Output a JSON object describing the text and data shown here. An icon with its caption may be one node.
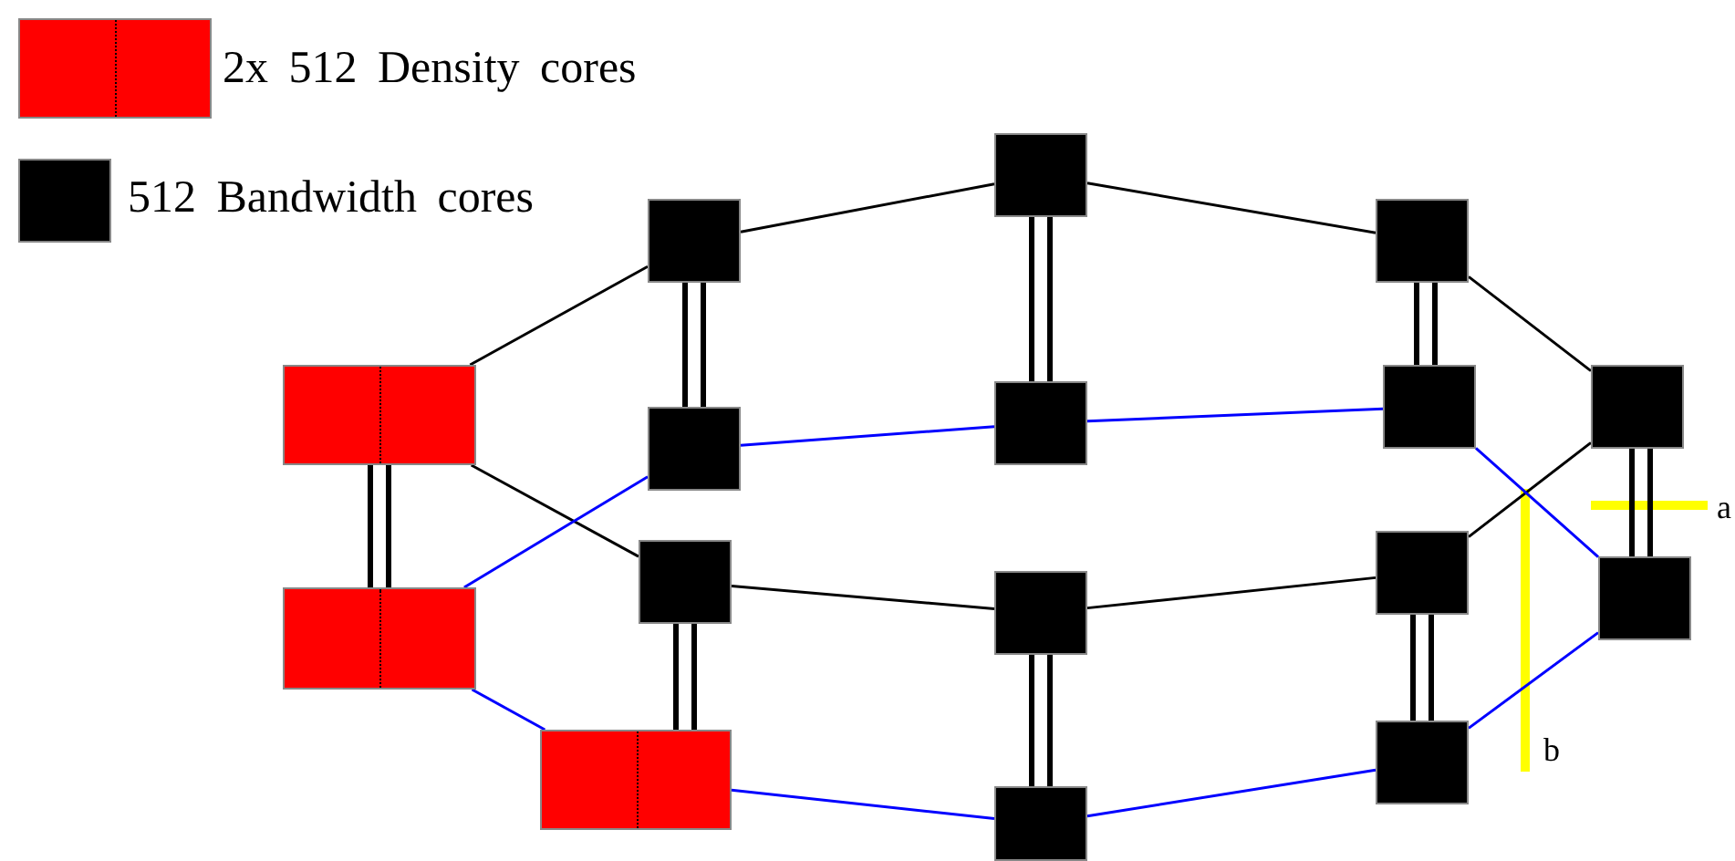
{
  "diagram": {
    "nodes": [
      {
        "text": [],
        "shape": "rectangle"
      },
      {
        "text": [],
        "shape": "rectangle"
      },
      {
        "text": [],
        "shape": "rectangle"
      },
      {
        "text": [],
        "shape": "square"
      },
      {
        "text": [],
        "shape": "square"
      },
      {
        "text": [],
        "shape": "square"
      },
      {
        "text": [],
        "shape": "square"
      },
      {
        "text": [],
        "shape": "square"
      },
      {
        "text": [],
        "shape": "square"
      },
      {
        "text": [],
        "shape": "square"
      },
      {
        "text": [],
        "shape": "square"
      },
      {
        "text": [],
        "shape": "square"
      },
      {
        "text": [],
        "shape": "square"
      },
      {
        "text": [],
        "shape": "square"
      },
      {
        "text": [],
        "shape": "square"
      },
      {
        "text": [],
        "shape": "square"
      }
    ],
    "edges": [
      {
        "from": 0,
        "to": 3,
        "arrow": "none"
      },
      {
        "from": 0,
        "to": 5,
        "arrow": "none"
      },
      {
        "from": 3,
        "to": 6,
        "arrow": "none"
      },
      {
        "from": 6,
        "to": 10,
        "arrow": "none"
      },
      {
        "from": 10,
        "to": 14,
        "arrow": "none"
      },
      {
        "from": 5,
        "to": 8,
        "arrow": "none"
      },
      {
        "from": 8,
        "to": 12,
        "arrow": "none"
      },
      {
        "from": 12,
        "to": 14,
        "arrow": "none"
      },
      {
        "from": 0,
        "to": 1,
        "arrow": "none",
        "style": "thick"
      },
      {
        "from": 3,
        "to": 4,
        "arrow": "none",
        "style": "thick"
      },
      {
        "from": 5,
        "to": 2,
        "arrow": "none",
        "style": "thick"
      },
      {
        "from": 6,
        "to": 7,
        "arrow": "none",
        "style": "thick"
      },
      {
        "from": 8,
        "to": 9,
        "arrow": "none",
        "style": "thick"
      },
      {
        "from": 10,
        "to": 11,
        "arrow": "none",
        "style": "thick"
      },
      {
        "from": 12,
        "to": 13,
        "arrow": "none",
        "style": "thick"
      },
      {
        "from": 14,
        "to": 15,
        "arrow": "none",
        "style": "thick"
      },
      {
        "from": 1,
        "to": 4,
        "arrow": "none",
        "color": "#0000ff"
      },
      {
        "from": 1,
        "to": 2,
        "arrow": "none",
        "color": "#0000ff"
      },
      {
        "from": 4,
        "to": 7,
        "arrow": "none",
        "color": "#0000ff"
      },
      {
        "from": 7,
        "to": 11,
        "arrow": "none",
        "color": "#0000ff"
      },
      {
        "from": 11,
        "to": 15,
        "arrow": "none",
        "color": "#0000ff"
      },
      {
        "from": 2,
        "to": 9,
        "arrow": "none",
        "color": "#0000ff"
      },
      {
        "from": 9,
        "to": 13,
        "arrow": "none",
        "color": "#0000ff"
      },
      {
        "from": 13,
        "to": 15,
        "arrow": "none",
        "color": "#0000ff"
      }
    ],
    "labels": [
      "a",
      "b"
    ],
    "legend": [
      {
        "text": "2x 512 Density cores",
        "color": "#ff0000"
      },
      {
        "text": "512 Bandwidth cores",
        "color": "#000000"
      }
    ]
  }
}
